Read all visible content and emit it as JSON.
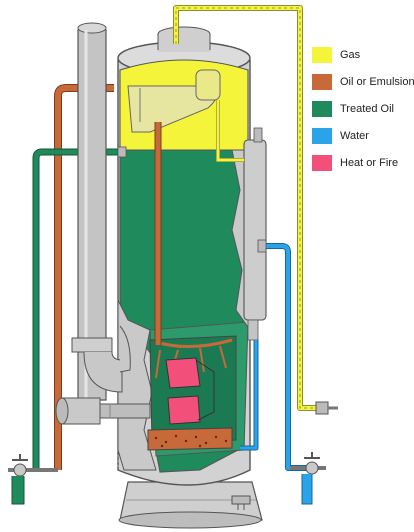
{
  "legend": {
    "items": [
      {
        "label": "Gas",
        "color": "#f4f43a"
      },
      {
        "label": "Oil or Emulsion",
        "color": "#c8693a"
      },
      {
        "label": "Treated Oil",
        "color": "#1f8a5c"
      },
      {
        "label": "Water",
        "color": "#2aa3e8"
      },
      {
        "label": "Heat or Fire",
        "color": "#f2507a"
      }
    ]
  },
  "colors": {
    "gas": "#f4f43a",
    "oil": "#c8693a",
    "treated_oil": "#1f8a5c",
    "water": "#2aa3e8",
    "heat": "#f2507a",
    "steel": "#c8c8c8",
    "outline": "#555555"
  },
  "icons": [
    "valve-icon",
    "drain-valve-icon"
  ]
}
